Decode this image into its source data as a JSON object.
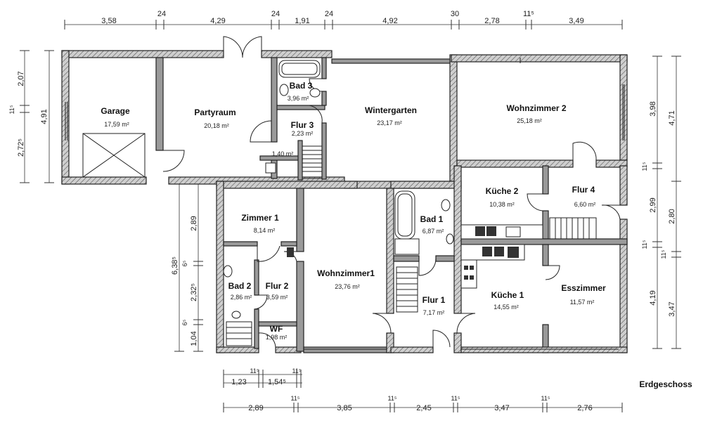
{
  "floor_label": "Erdgeschoss",
  "rooms": [
    {
      "id": "garage",
      "name": "Garage",
      "area": "17,59 m²"
    },
    {
      "id": "partyraum",
      "name": "Partyraum",
      "area": "20,18 m²"
    },
    {
      "id": "bad3",
      "name": "Bad 3",
      "area": "3,96 m²"
    },
    {
      "id": "flur3",
      "name": "Flur 3",
      "area": "2,23 m²"
    },
    {
      "id": "abstell",
      "name": "",
      "area": "1,40 m²"
    },
    {
      "id": "wintergarten",
      "name": "Wintergarten",
      "area": "23,17 m²"
    },
    {
      "id": "wohnzimmer2",
      "name": "Wohnzimmer 2",
      "area": "25,18 m²"
    },
    {
      "id": "zimmer1",
      "name": "Zimmer 1",
      "area": "8,14 m²"
    },
    {
      "id": "bad2",
      "name": "Bad 2",
      "area": "2,86 m²"
    },
    {
      "id": "flur2",
      "name": "Flur 2",
      "area": "3,59 m²"
    },
    {
      "id": "wf",
      "name": "WF",
      "area": "1,98 m²"
    },
    {
      "id": "wohnzimmer1",
      "name": "Wohnzimmer1",
      "area": "23,76 m²"
    },
    {
      "id": "bad1",
      "name": "Bad 1",
      "area": "6,87 m²"
    },
    {
      "id": "flur1",
      "name": "Flur 1",
      "area": "7,17 m²"
    },
    {
      "id": "kueche2",
      "name": "Küche 2",
      "area": "10,38 m²"
    },
    {
      "id": "flur4",
      "name": "Flur 4",
      "area": "6,60 m²"
    },
    {
      "id": "kueche1",
      "name": "Küche 1",
      "area": "14,55 m²"
    },
    {
      "id": "esszimmer",
      "name": "Esszimmer",
      "area": "11,57 m²"
    }
  ],
  "dims_top": [
    "3,58",
    "24",
    "4,29",
    "24",
    "1,91",
    "24",
    "4,92",
    "30",
    "2,78",
    "11⁵",
    "3,49"
  ],
  "dims_bottom": [
    "2,89",
    "11⁵",
    "3,85",
    "11⁵",
    "2,45",
    "11⁵",
    "3,47",
    "11⁵",
    "2,76"
  ],
  "dims_bottom_small": [
    "11⁵",
    "11⁵",
    "1,23",
    "1,54⁵"
  ],
  "dims_left_outer": [
    "2,07",
    "11⁵",
    "2,72⁵",
    "4,91"
  ],
  "dims_left_inner": [
    "2,89",
    "6,38⁵",
    "6⁵",
    "2,32⁵",
    "6⁵",
    "1,04"
  ],
  "dims_right": [
    "3,98",
    "11⁵",
    "2,99",
    "11⁵",
    "4,19",
    "4,71",
    "2,80",
    "11⁵",
    "3,47"
  ]
}
